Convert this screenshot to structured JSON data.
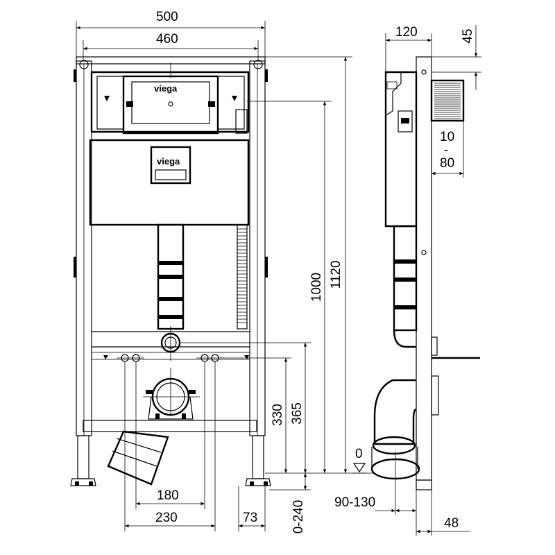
{
  "front_view": {
    "brand_top": "viega",
    "brand_panel": "viega",
    "dimensions": {
      "overall_width": "500",
      "frame_width": "460",
      "height_cistern": "1000",
      "height_total": "1120",
      "height_330": "330",
      "height_365": "365",
      "bolt_spacing": "180",
      "outlet_spacing": "230",
      "foot_width": "73",
      "foot_adjust": "0-240"
    }
  },
  "side_view": {
    "dimensions": {
      "depth": "120",
      "top_offset": "45",
      "wall_range_top": "10",
      "wall_range_dash": "-",
      "wall_range_bottom": "80",
      "floor_zero": "0",
      "outlet_projection": "90-130",
      "foot_depth": "48"
    }
  }
}
